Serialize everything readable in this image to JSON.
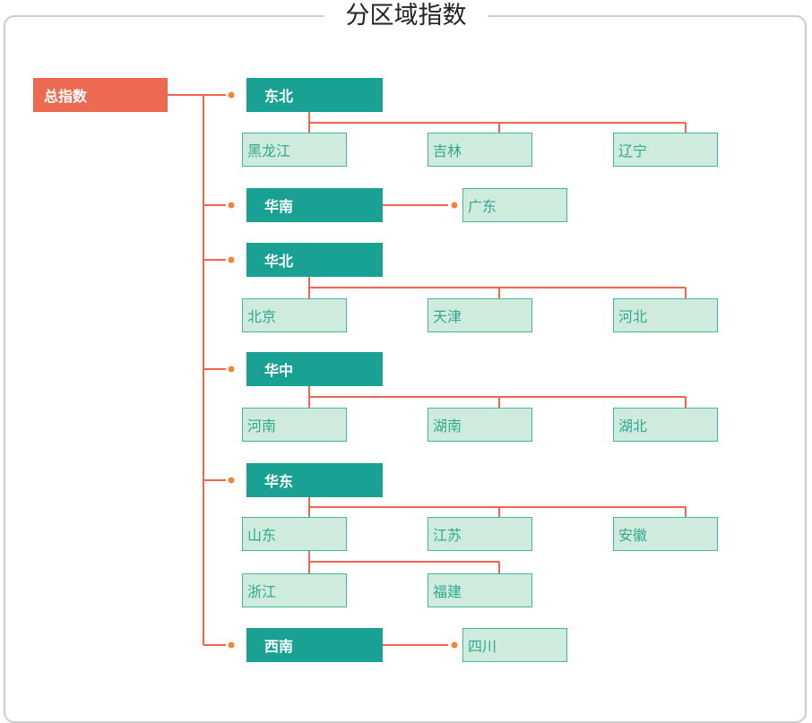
{
  "title": "分区域指数",
  "colors": {
    "root_fill": "#ec6a52",
    "region_fill": "#19a294",
    "province_fill": "#cfebdd",
    "province_border": "#45b89c",
    "province_text": "#2fa98f",
    "line": "#ee6550",
    "dot": "#f08636",
    "frame_border": "#cccccc",
    "title_text": "#222222"
  },
  "tree": {
    "root": {
      "label": "总指数"
    },
    "regions": [
      {
        "label": "东北",
        "children": [
          "黑龙江",
          "吉林",
          "辽宁"
        ]
      },
      {
        "label": "华南",
        "children": [
          "广东"
        ]
      },
      {
        "label": "华北",
        "children": [
          "北京",
          "天津",
          "河北"
        ]
      },
      {
        "label": "华中",
        "children": [
          "河南",
          "湖南",
          "湖北"
        ]
      },
      {
        "label": "华东",
        "children": [
          "山东",
          "江苏",
          "安徽",
          "浙江",
          "福建"
        ]
      },
      {
        "label": "西南",
        "children": [
          "四川"
        ]
      }
    ]
  }
}
